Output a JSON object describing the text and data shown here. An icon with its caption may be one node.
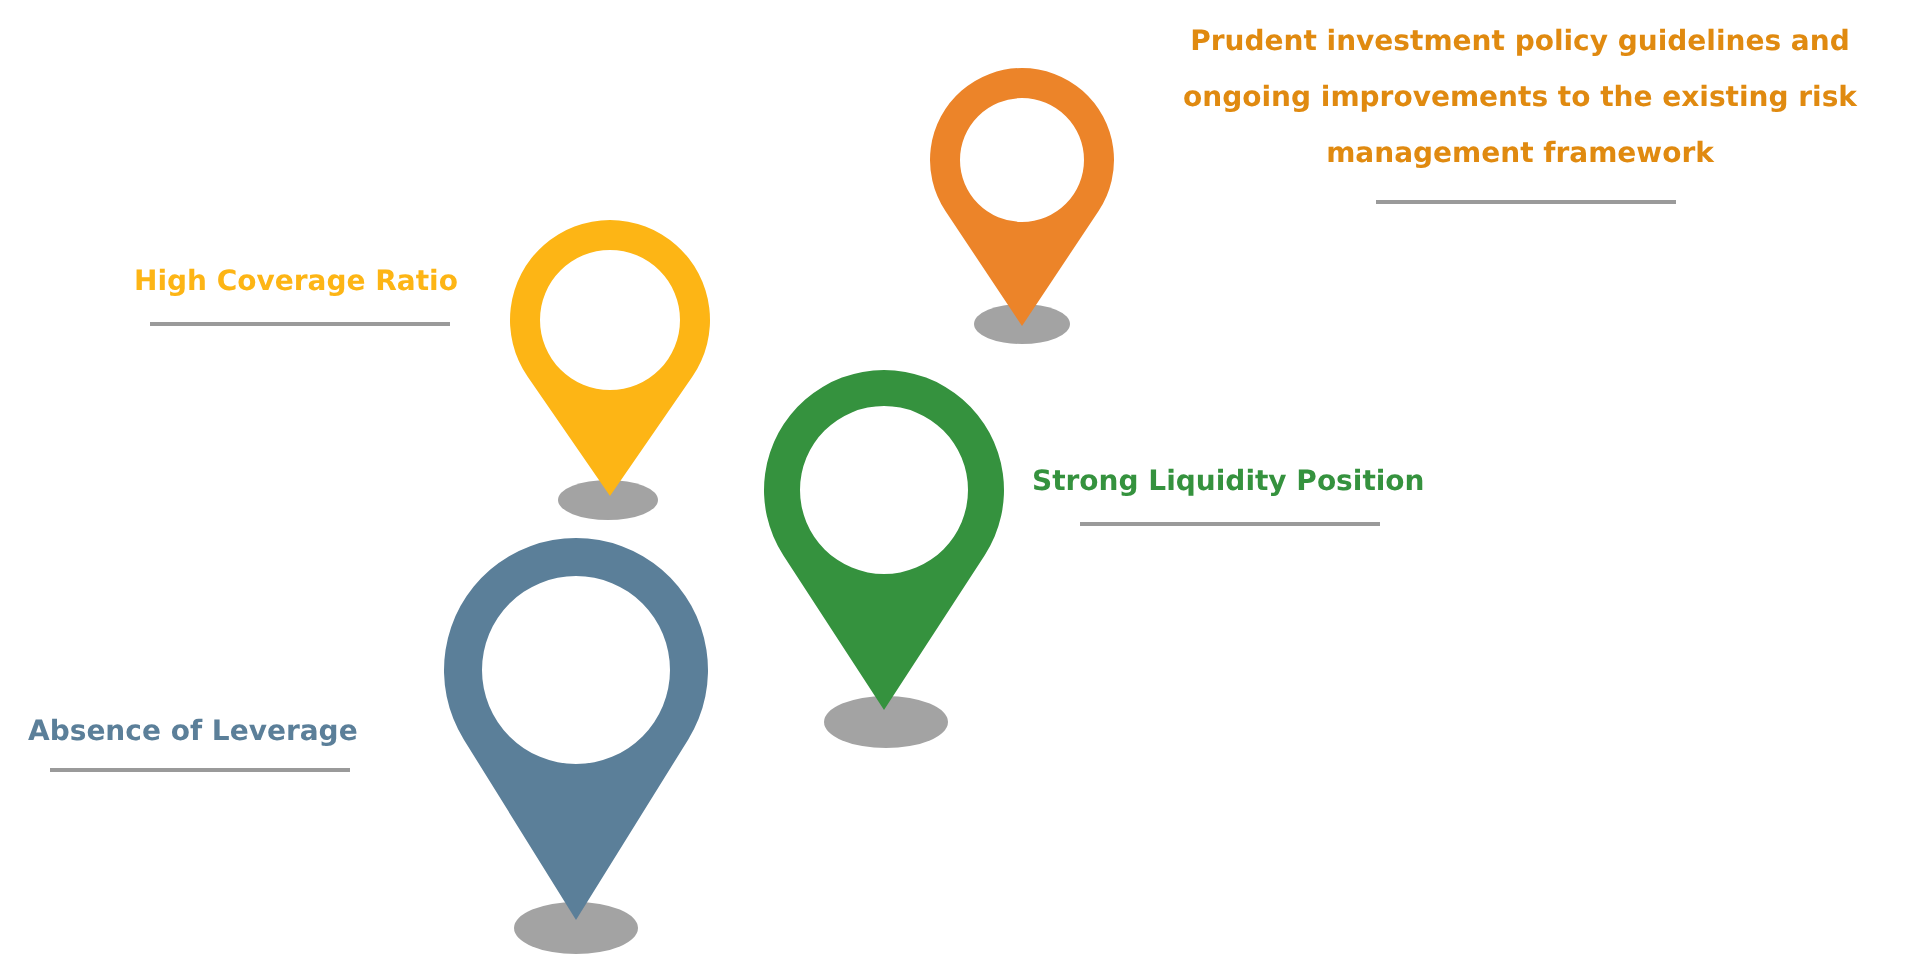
{
  "diagram": {
    "nodes": [
      {
        "text": [],
        "shape": "pin",
        "beside": [
          "Prudent investment policy guidelines and ongoing improvements to the existing risk management framework"
        ]
      },
      {
        "text": [],
        "shape": "pin",
        "beside": [
          "High Coverage Ratio"
        ]
      },
      {
        "text": [],
        "shape": "pin",
        "beside": [
          "Strong Liquidity Position"
        ]
      },
      {
        "text": [],
        "shape": "pin",
        "beside": [
          "Absence of Leverage"
        ]
      }
    ]
  }
}
